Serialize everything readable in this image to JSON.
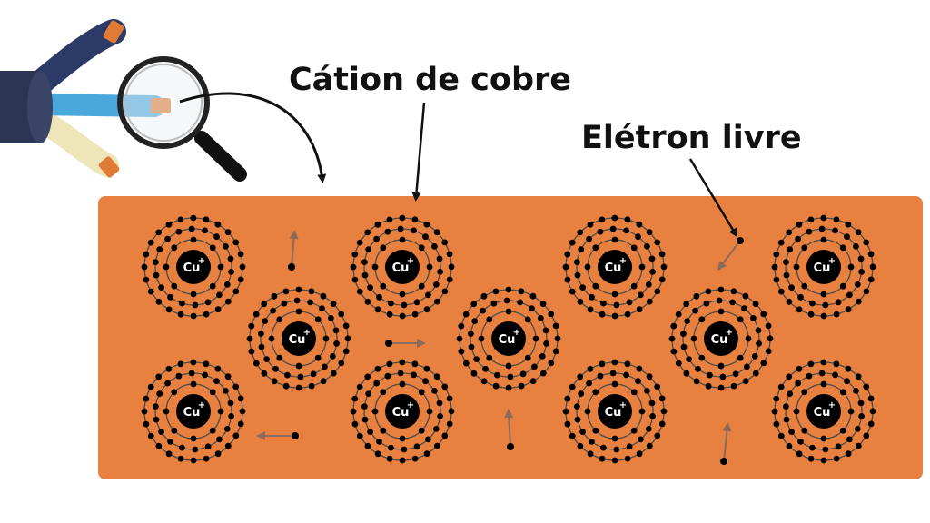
{
  "labels": {
    "cation": "Cátion de cobre",
    "free_electron": "Elétron livre"
  },
  "ion": {
    "symbol": "Cu",
    "charge": "+"
  },
  "colors": {
    "metal": "#e8803f",
    "ion_core": "#000000",
    "electron": "#000000",
    "shell": "#4a4a4a",
    "arrow": "#8a6a5a",
    "cable_jacket": "#2c3553",
    "wire_blue": "#4aa8dc",
    "wire_cream": "#eee6b8",
    "wire_dark": "#2b3a66",
    "copper_tip": "#e07b35"
  },
  "icons": [
    "magnifying-glass-icon",
    "cable-icon"
  ]
}
